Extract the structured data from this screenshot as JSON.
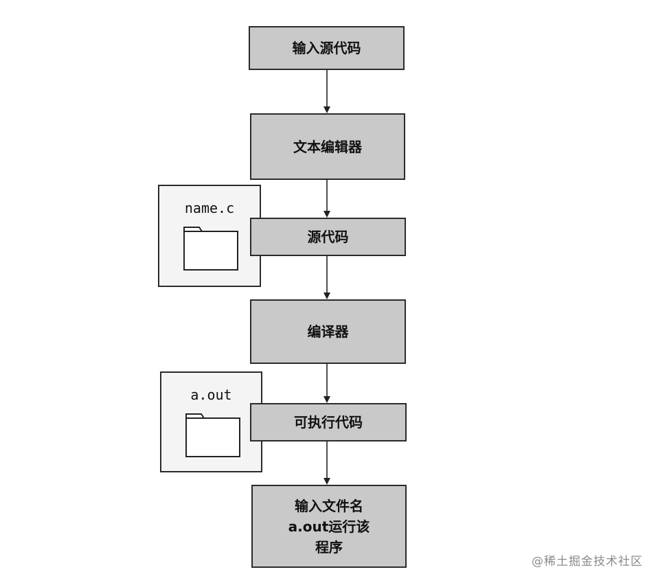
{
  "flow": {
    "step_input_source": "输入源代码",
    "step_text_editor": "文本编辑器",
    "step_source_code": "源代码",
    "step_compiler": "编译器",
    "step_executable": "可执行代码",
    "step_run_line1": "输入文件名",
    "step_run_line2": "a.out运行该",
    "step_run_line3": "程序"
  },
  "files": {
    "source_file_name": "name.c",
    "output_file_name": "a.out"
  },
  "watermark": "@稀土掘金技术社区",
  "icons": [
    "folder-icon",
    "arrow-down-icon"
  ]
}
